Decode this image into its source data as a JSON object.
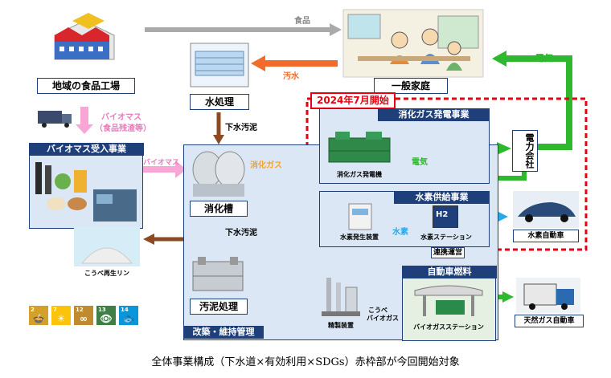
{
  "labels": {
    "food_factory": "地域の食品工場",
    "water_treatment": "水処理",
    "household": "一般家庭",
    "digestion_tank": "消化槽",
    "sludge_treatment": "汚泥処理",
    "electric_company": "電力会社",
    "biomass_business": "バイオマス受入事業",
    "digestion_gas_power_business": "消化ガス発電事業",
    "hydrogen_business": "水素供給事業",
    "auto_fuel_business": "自動車燃料",
    "maintenance": "改築・維持管理",
    "start_notice": "2024年7月開始",
    "cooperation": "連携運営",
    "hydrogen_car": "水素自動車",
    "gas_car": "天然ガス自動車",
    "phosphorus": "こうべ再生リン",
    "generator": "消化ガス発電機",
    "hydrogen_generator": "水素発生装置",
    "hydrogen_station": "水素ステーション",
    "refiner": "精製装置",
    "biogas_station": "バイオガスステーション",
    "h2_tag": "H2"
  },
  "flows": {
    "food": "食品",
    "wastewater": "汚水",
    "electricity_right": "電気",
    "electricity_mid": "電気",
    "sewage_sludge_1": "下水汚泥",
    "sewage_sludge_2": "下水汚泥",
    "digestion_gas": "消化ガス",
    "biomass_food_residue_1": "バイオマス",
    "biomass_food_residue_2": "（食品残渣等）",
    "biomass_arrow": "バイオマス",
    "hydrogen": "水素",
    "kobe_biogas_1": "こうべ",
    "kobe_biogas_2": "バイオガス"
  },
  "sdgs": [
    {
      "num": "2",
      "glyph": "🍲",
      "color": "#d3a029"
    },
    {
      "num": "7",
      "glyph": "☀",
      "color": "#fcc30b"
    },
    {
      "num": "12",
      "glyph": "∞",
      "color": "#bf8b2e"
    },
    {
      "num": "13",
      "glyph": "👁",
      "color": "#3f7e44"
    },
    {
      "num": "14",
      "glyph": "🐟",
      "color": "#0a97d9"
    }
  ],
  "caption": "全体事業構成（下水道×有効利用×SDGs）赤枠部が今回開始対象",
  "colors": {
    "navy": "#1f3f7a",
    "light_blue": "#dbe7f4",
    "green": "#2eb82e",
    "orange": "#f7a325",
    "brown": "#8b4a22",
    "pink": "#f7a6d6",
    "sky": "#2aa8e8",
    "gray": "#aaaaaa",
    "red": "#e60012"
  }
}
